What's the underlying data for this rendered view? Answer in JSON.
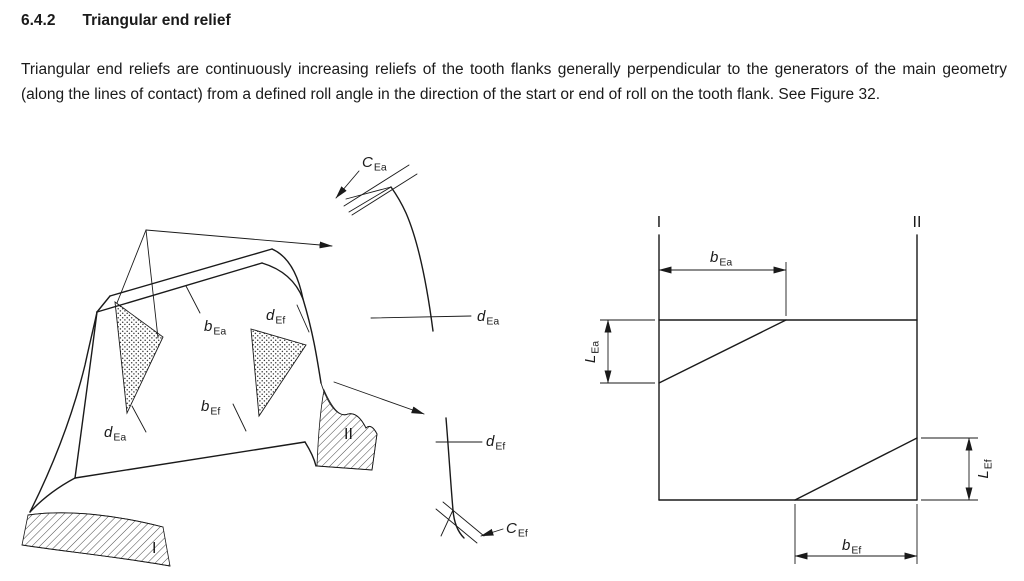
{
  "page": {
    "heading": {
      "number": "6.4.2",
      "title": "Triangular end relief"
    },
    "body_text": "Triangular end reliefs are continuously increasing reliefs of the tooth flanks generally perpendicular to the generators of the main geometry (along the lines of contact) from a defined roll angle in the direction of the start or end of roll on the tooth flank. See Figure 32."
  },
  "figure": {
    "datum_marks": {
      "left_face": "I",
      "right_face": "II"
    },
    "symbols": {
      "b_Ea": {
        "base": "b",
        "sub": "Ea"
      },
      "b_Ef": {
        "base": "b",
        "sub": "Ef"
      },
      "d_Ea": {
        "base": "d",
        "sub": "Ea"
      },
      "d_Ef": {
        "base": "d",
        "sub": "Ef"
      },
      "C_Ea": {
        "base": "C",
        "sub": "Ea"
      },
      "C_Ef": {
        "base": "C",
        "sub": "Ef"
      },
      "L_Ea": {
        "base": "L",
        "sub": "Ea"
      },
      "L_Ef": {
        "base": "L",
        "sub": "Ef"
      }
    },
    "colors": {
      "ink": "#1a1a1a",
      "background": "#ffffff"
    }
  }
}
